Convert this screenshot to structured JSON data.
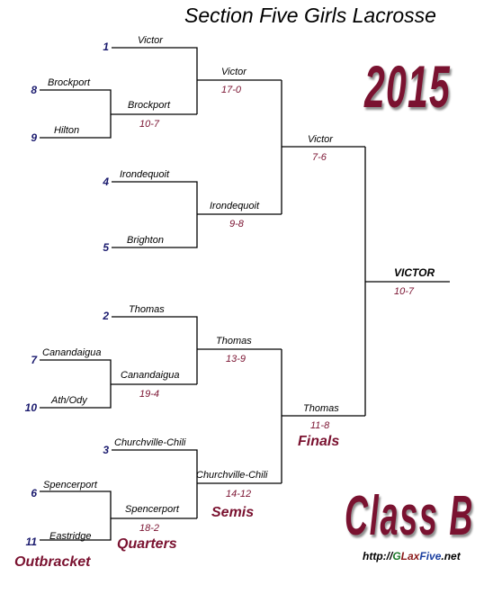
{
  "header": {
    "title": "Section Five Girls Lacrosse",
    "year": "2015",
    "class_label": "Class B"
  },
  "site": {
    "prefix": "http://",
    "g": "G",
    "lax": "Lax",
    "five": "Five",
    "suffix": ".net"
  },
  "round_labels": {
    "outbracket": "Outbracket",
    "quarters": "Quarters",
    "semis": "Semis",
    "finals": "Finals"
  },
  "colors": {
    "seed": "#1a1a6e",
    "score": "#7a1230",
    "line": "#000000",
    "accent": "#7a1230"
  },
  "outbracket": [
    {
      "seed": "8",
      "team": "Brockport"
    },
    {
      "seed": "9",
      "team": "Hilton"
    },
    {
      "seed": "7",
      "team": "Canandaigua"
    },
    {
      "seed": "10",
      "team": "Ath/Ody"
    },
    {
      "seed": "6",
      "team": "Spencerport"
    },
    {
      "seed": "11",
      "team": "Eastridge"
    }
  ],
  "outbracket_results": [
    {
      "winner": "Brockport",
      "score": "10-7"
    },
    {
      "winner": "Canandaigua",
      "score": "19-4"
    },
    {
      "winner": "Spencerport",
      "score": "18-2"
    }
  ],
  "quarter_seeds": [
    {
      "seed": "1",
      "team": "Victor"
    },
    {
      "seed": "4",
      "team": "Irondequoit"
    },
    {
      "seed": "5",
      "team": "Brighton"
    },
    {
      "seed": "2",
      "team": "Thomas"
    },
    {
      "seed": "3",
      "team": "Churchville-Chili"
    }
  ],
  "quarter_results": [
    {
      "winner": "Victor",
      "score": "17-0"
    },
    {
      "winner": "Irondequoit",
      "score": "9-8"
    },
    {
      "winner": "Thomas",
      "score": "13-9"
    },
    {
      "winner": "Churchville-Chili",
      "score": "14-12"
    }
  ],
  "semi_results": [
    {
      "winner": "Victor",
      "score": "7-6"
    },
    {
      "winner": "Thomas",
      "score": "11-8"
    }
  ],
  "final_result": {
    "winner": "VICTOR",
    "score": "10-7"
  }
}
